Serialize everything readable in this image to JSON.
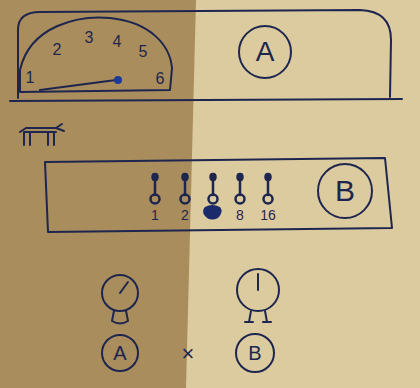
{
  "diagram": {
    "nodes": [
      {
        "text": [
          "A"
        ]
      },
      {
        "text": [
          "B"
        ]
      },
      {
        "text": [
          "A"
        ]
      },
      {
        "text": [
          "B"
        ]
      }
    ],
    "labels": [
      "1",
      "2",
      "3",
      "4",
      "5",
      "6",
      "1",
      "2",
      "8",
      "16",
      "×"
    ]
  }
}
